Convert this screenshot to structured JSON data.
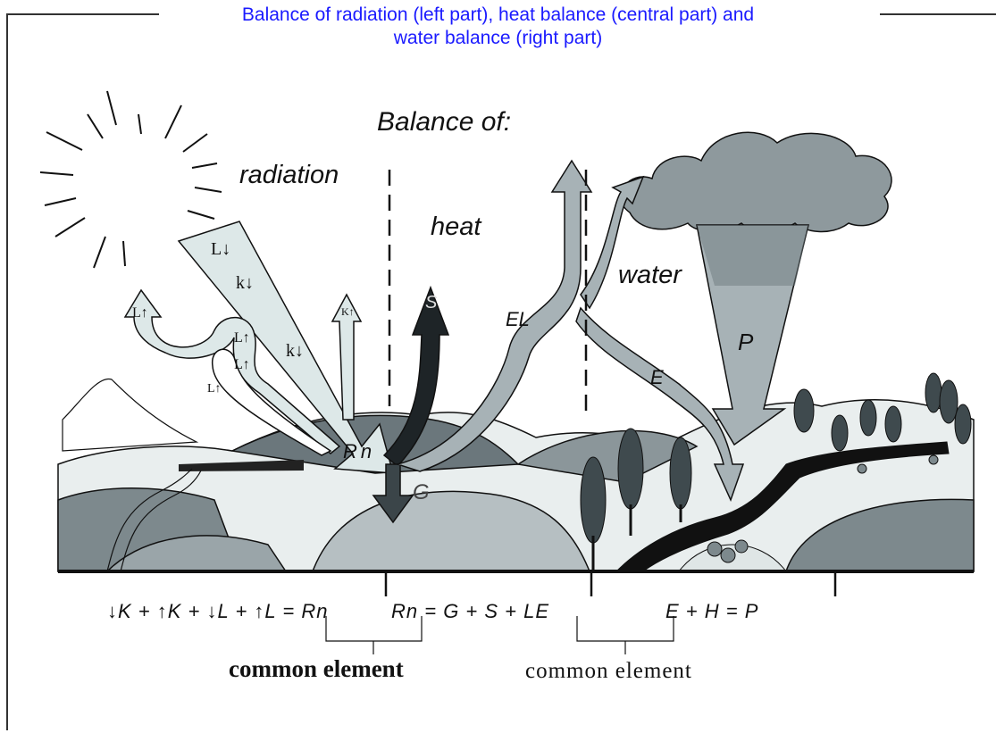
{
  "title": {
    "line1": "Balance of radiation (left part), heat balance (central part) and",
    "line2": "water balance (right part)"
  },
  "diagram": {
    "heading": "Balance of:",
    "section_radiation": "radiation",
    "section_heat": "heat",
    "section_water": "water",
    "arrow_L_down": "L↓",
    "arrow_k_down_1": "k↓",
    "arrow_k_down_2": "k↓",
    "arrow_L_up_1": "L↑",
    "arrow_L_up_2": "L↑",
    "arrow_L_up_3": "L↑",
    "arrow_L_small": "L↑",
    "arrow_k_up": "K↑",
    "arrow_Rn": "Rn",
    "arrow_G": "G",
    "arrow_S": "S",
    "arrow_EL": "EL",
    "arrow_E": "E",
    "arrow_P": "P"
  },
  "equations": {
    "radiation": "↓K + ↑K + ↓L + ↑L = Rn",
    "heat": "Rn = G + S + LE",
    "water": "E + H = P"
  },
  "brackets": {
    "left": "common element",
    "right": "common element"
  },
  "colors": {
    "title": "#1a1aff",
    "light_fill": "#dde8e8",
    "mid_fill": "#a7b2b6",
    "dark_fill": "#5e6b70",
    "darkest": "#1e2427"
  }
}
